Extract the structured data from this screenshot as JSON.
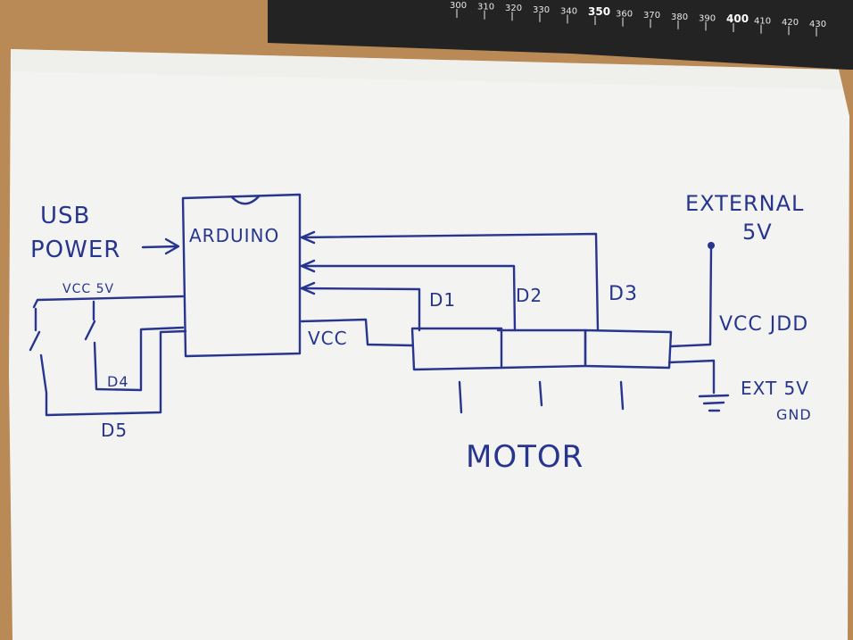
{
  "diagram": {
    "chip_label": "ARDUINO",
    "usb_power_line1": "USB",
    "usb_power_line2": "POWER",
    "vcc_5v_label": "VCC 5V",
    "vcc_label": "VCC",
    "d1_label": "D1",
    "d2_label": "D2",
    "d3_label": "D3",
    "d4_label": "D4",
    "d5_label": "D5",
    "motor_label": "MOTOR",
    "external_line1": "EXTERNAL",
    "external_line2": "5V",
    "vcc_jdd_label": "VCC JDD",
    "ext_gnd_line1": "EXT 5V",
    "ext_gnd_line2": "GND"
  },
  "ruler": {
    "ticks": [
      "300",
      "310",
      "320",
      "330",
      "340",
      "350",
      "360",
      "370",
      "380",
      "390",
      "400",
      "410",
      "420",
      "430"
    ]
  },
  "colors": {
    "ink": "#27358f",
    "paper": "#f3f3f1",
    "desk": "#b98a55",
    "ruler": "#232323"
  }
}
